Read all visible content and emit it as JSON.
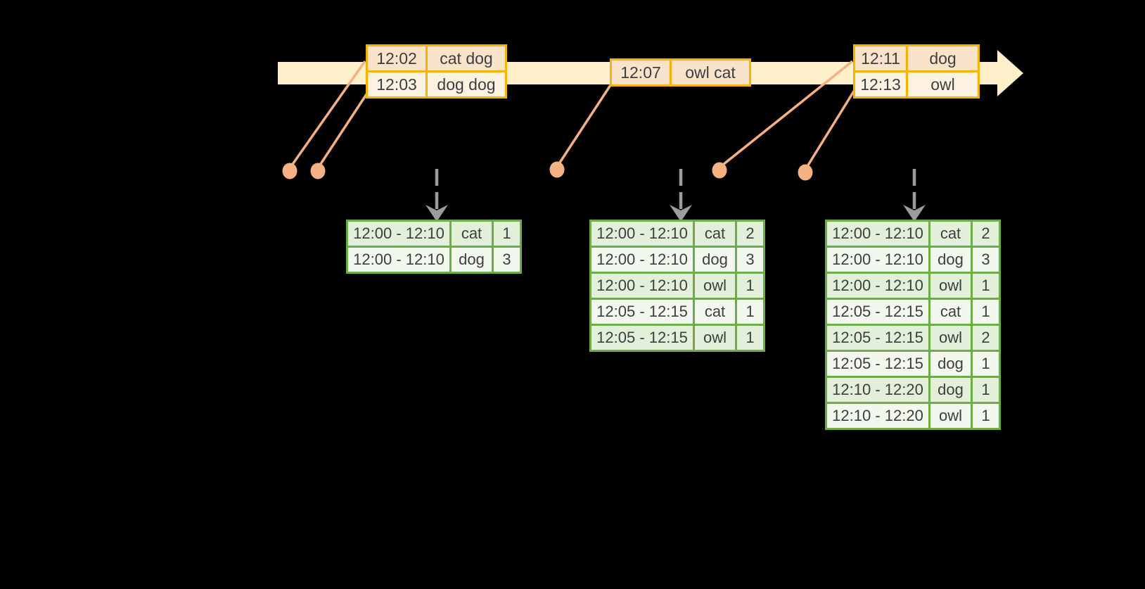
{
  "diagram": {
    "timeline": {
      "direction_icon": "right-arrow-icon"
    },
    "event_tables": [
      {
        "rows": [
          {
            "time": "12:02",
            "words": "cat dog"
          },
          {
            "time": "12:03",
            "words": "dog dog"
          }
        ]
      },
      {
        "rows": [
          {
            "time": "12:07",
            "words": "owl cat"
          }
        ]
      },
      {
        "rows": [
          {
            "time": "12:11",
            "words": "dog"
          },
          {
            "time": "12:13",
            "words": "owl"
          }
        ]
      }
    ],
    "result_tables": [
      {
        "rows": [
          [
            "12:00 - 12:10",
            "cat",
            "1"
          ],
          [
            "12:00 - 12:10",
            "dog",
            "3"
          ]
        ]
      },
      {
        "rows": [
          [
            "12:00 - 12:10",
            "cat",
            "2"
          ],
          [
            "12:00 - 12:10",
            "dog",
            "3"
          ],
          [
            "12:00 - 12:10",
            "owl",
            "1"
          ],
          [
            "12:05 - 12:15",
            "cat",
            "1"
          ],
          [
            "12:05 - 12:15",
            "owl",
            "1"
          ]
        ]
      },
      {
        "rows": [
          [
            "12:00 - 12:10",
            "cat",
            "2"
          ],
          [
            "12:00 - 12:10",
            "dog",
            "3"
          ],
          [
            "12:00 - 12:10",
            "owl",
            "1"
          ],
          [
            "12:05 - 12:15",
            "cat",
            "1"
          ],
          [
            "12:05 - 12:15",
            "owl",
            "2"
          ],
          [
            "12:05 - 12:15",
            "dog",
            "1"
          ],
          [
            "12:10 - 12:20",
            "dog",
            "1"
          ],
          [
            "12:10 - 12:20",
            "owl",
            "1"
          ]
        ]
      }
    ],
    "colors": {
      "background": "#000000",
      "timeline_fill": "#fdf0ca",
      "event_table_border": "#f5b400",
      "event_row_odd": "#fae3cb",
      "event_row_even": "#fdf2e2",
      "connector": "#f4b183",
      "trigger_arrow": "#9c9c9c",
      "result_table_border": "#6cad49",
      "result_row_odd": "#e2efd9",
      "result_row_even": "#f2f8ee",
      "text": "#3e3e3e"
    }
  }
}
